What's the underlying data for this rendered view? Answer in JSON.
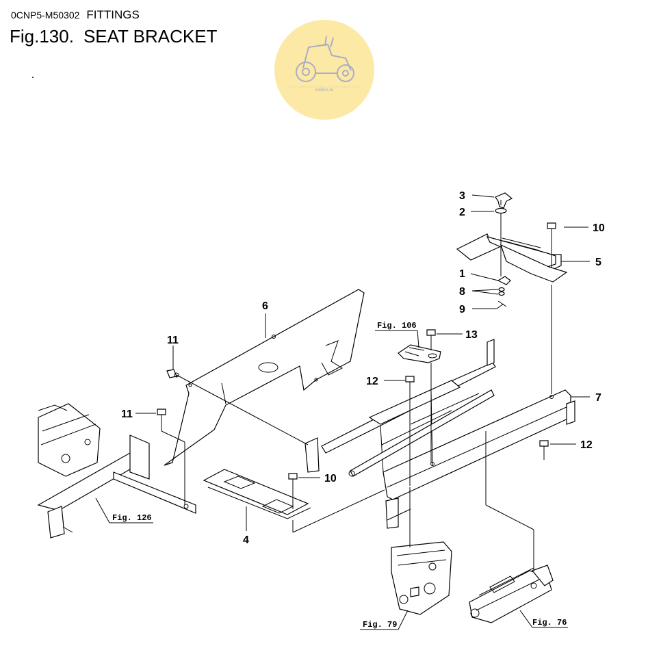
{
  "header": {
    "code": "0CNP5-M50302",
    "section": "FITTINGS",
    "figure_number": "Fig.130.",
    "figure_title": "SEAT BRACKET"
  },
  "logo": {
    "icon": "tractor-icon",
    "caption": "mtzkes.ru",
    "color": "#fce9a6"
  },
  "callouts": {
    "c1": "1",
    "c2": "2",
    "c3": "3",
    "c4": "4",
    "c5": "5",
    "c6": "6",
    "c7": "7",
    "c8": "8",
    "c9": "9",
    "c10a": "10",
    "c10b": "10",
    "c11a": "11",
    "c11b": "11",
    "c12a": "12",
    "c12b": "12",
    "c13": "13"
  },
  "figure_refs": {
    "r106": "Fig. 106",
    "r126": "Fig. 126",
    "r79": "Fig. 79",
    "r76": "Fig. 76"
  }
}
